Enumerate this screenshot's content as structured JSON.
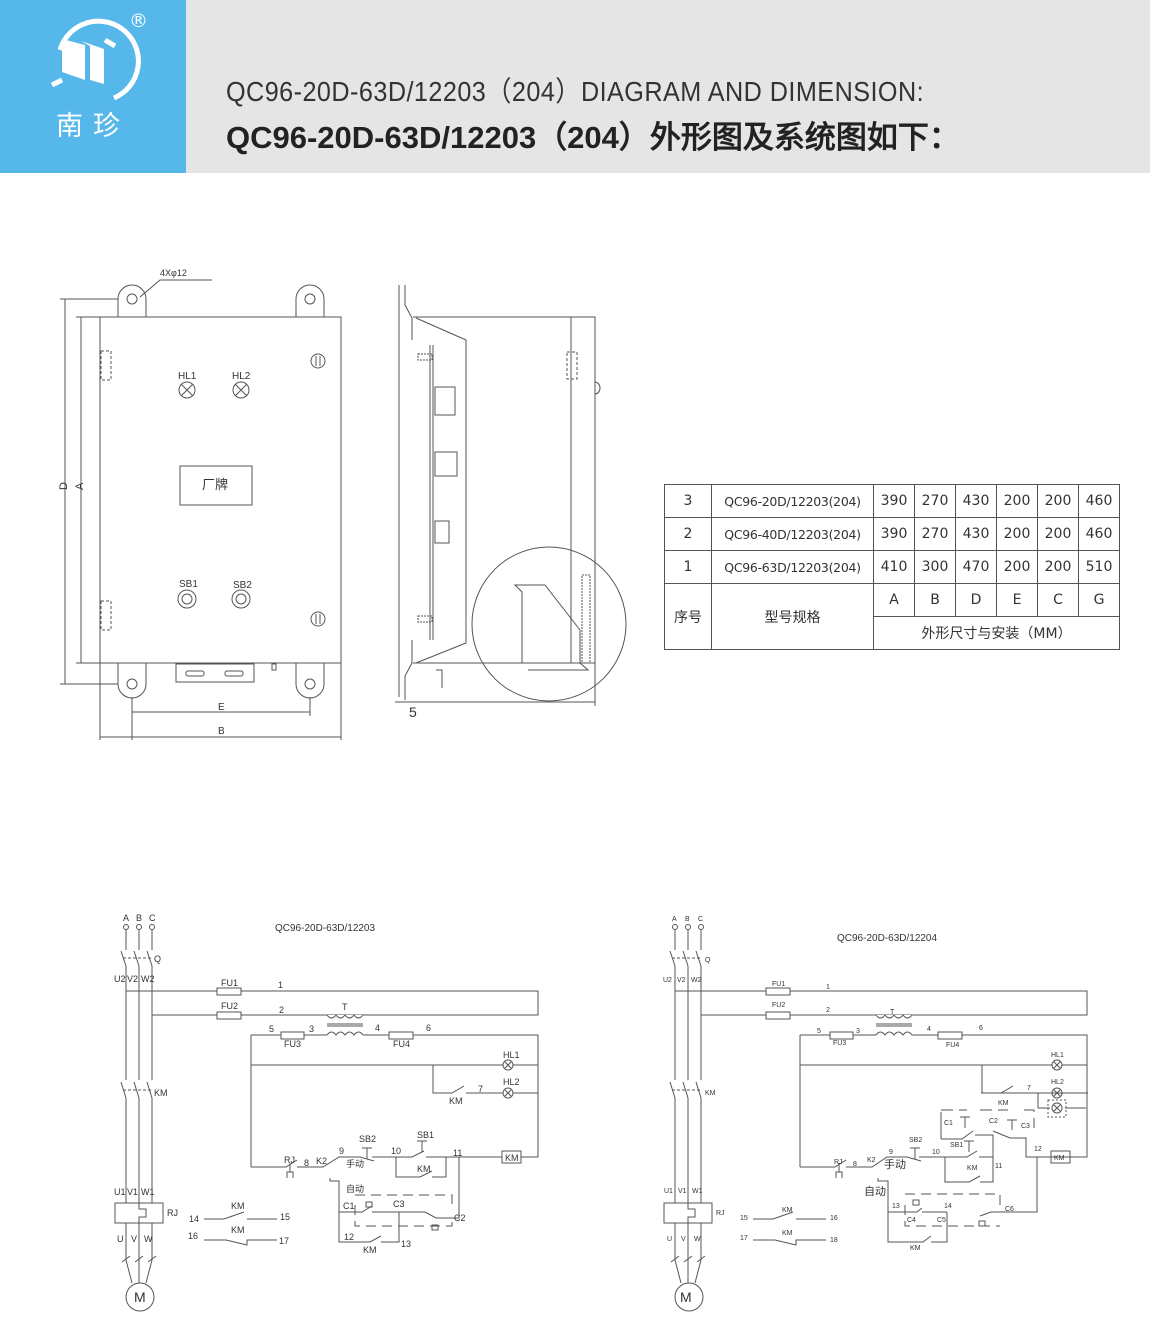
{
  "header": {
    "logo_text": "南珍",
    "registered": "®",
    "title_en": "QC96-20D-63D/12203（204）DIAGRAM AND DIMENSION:",
    "title_cn": "QC96-20D-63D/12203（204）外形图及系统图如下："
  },
  "dimension_drawing": {
    "hole_spec": "4Xφ12",
    "hl1": "HL1",
    "hl2": "HL2",
    "nameplate": "厂牌",
    "sb1": "SB1",
    "sb2": "SB2",
    "dim_d": "D",
    "dim_a": "A",
    "dim_e": "E",
    "dim_b": "B",
    "side_offset": "5"
  },
  "table": {
    "col_no": "序号",
    "col_model": "型号规格",
    "dim_caption": "外形尺寸与安装（MM）",
    "dim_headers": [
      "A",
      "B",
      "D",
      "E",
      "C",
      "G"
    ],
    "rows": [
      {
        "no": "3",
        "model": "QC96-20D/12203(204)",
        "values": [
          "390",
          "270",
          "430",
          "200",
          "200",
          "460"
        ]
      },
      {
        "no": "2",
        "model": "QC96-40D/12203(204)",
        "values": [
          "390",
          "270",
          "430",
          "200",
          "200",
          "460"
        ]
      },
      {
        "no": "1",
        "model": "QC96-63D/12203(204)",
        "values": [
          "410",
          "300",
          "470",
          "200",
          "200",
          "510"
        ]
      }
    ]
  },
  "circuit_left": {
    "title": "QC96-20D-63D/12203",
    "labels": [
      "A",
      "B",
      "C",
      "Q",
      "U2",
      "V2",
      "W2",
      "FU1",
      "1",
      "FU2",
      "2",
      "T",
      "5",
      "3",
      "4",
      "6",
      "FU3",
      "FU4",
      "HL1",
      "HL2",
      "KM",
      "7",
      "KM",
      "SB2",
      "SB1",
      "9",
      "10",
      "11",
      "KM",
      "RJ",
      "8",
      "K2",
      "手动",
      "KM",
      "自动",
      "C1",
      "C3",
      "C2",
      "12",
      "KM",
      "13",
      "U1",
      "V1",
      "W1",
      "RJ",
      "14",
      "KM",
      "15",
      "16",
      "KM",
      "17",
      "U",
      "V",
      "W",
      "M"
    ]
  },
  "circuit_right": {
    "title": "QC96-20D-63D/12204",
    "labels": [
      "A",
      "B",
      "C",
      "Q",
      "U2",
      "V2",
      "W2",
      "FU1",
      "1",
      "FU2",
      "2",
      "T",
      "5",
      "3",
      "4",
      "6",
      "FU3",
      "FU4",
      "HL1",
      "HL2",
      "7",
      "KM",
      "KM",
      "C1",
      "C2",
      "C3",
      "SB2",
      "SB1",
      "9",
      "10",
      "12",
      "KM",
      "11",
      "RJ",
      "8",
      "K2",
      "手动",
      "KM",
      "自动",
      "13",
      "14",
      "C6",
      "C4",
      "C5",
      "KM",
      "U1",
      "V1",
      "W1",
      "RJ",
      "15",
      "KM",
      "16",
      "17",
      "KM",
      "18",
      "U",
      "V",
      "W",
      "M"
    ]
  }
}
